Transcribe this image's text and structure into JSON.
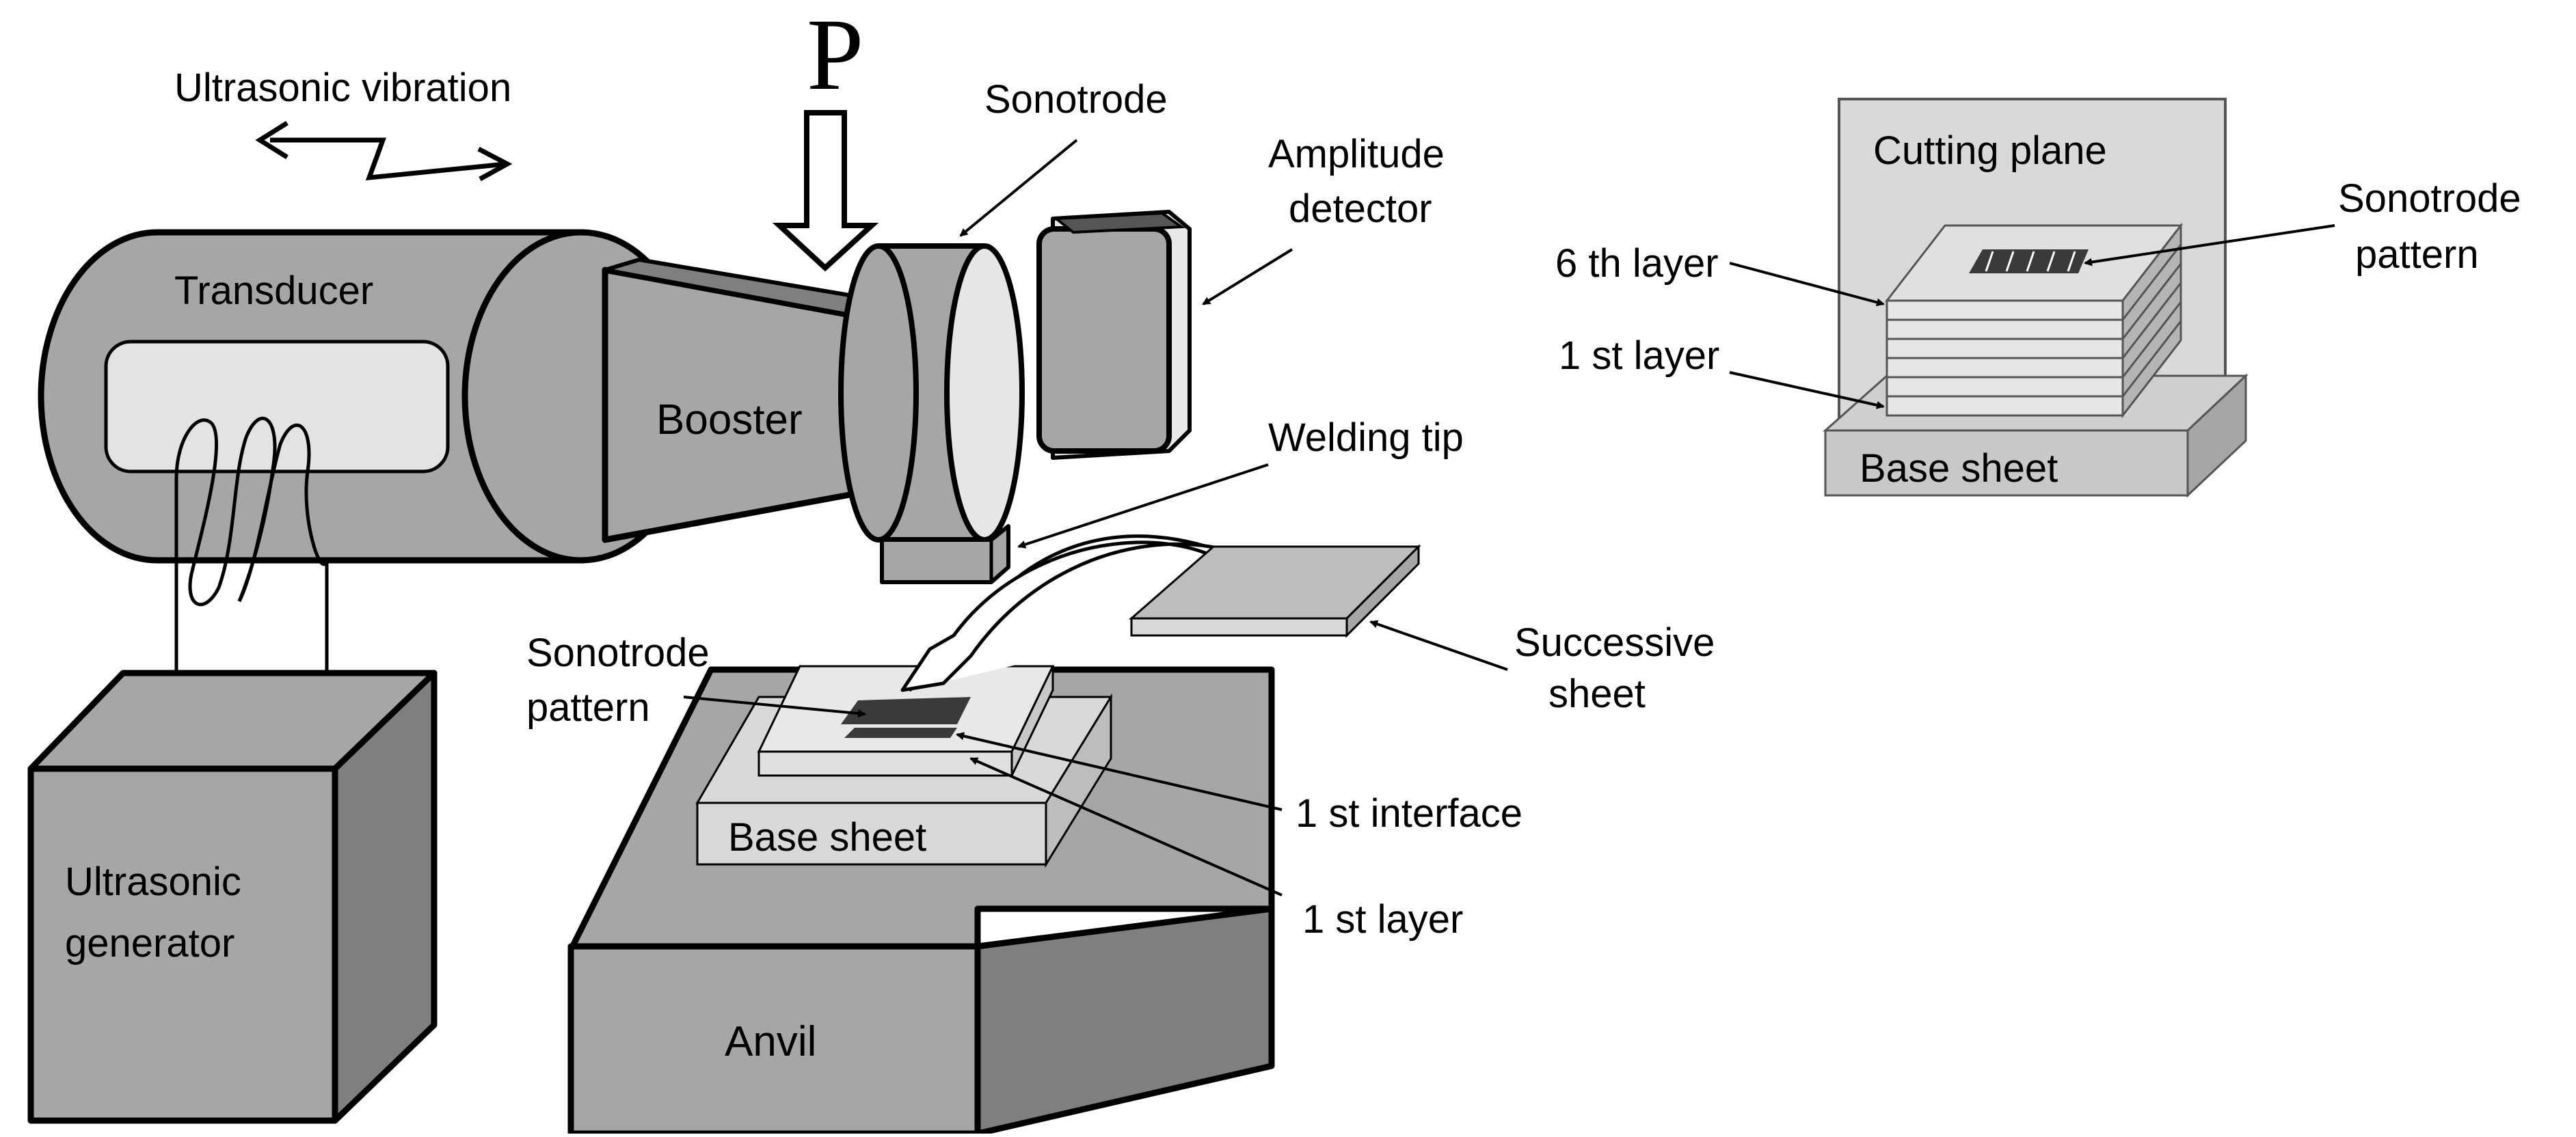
{
  "labels": {
    "ultrasonic_vibration": "Ultrasonic vibration",
    "force": "P",
    "sonotrode": "Sonotrode",
    "amplitude_detector_1": "Amplitude",
    "amplitude_detector_2": "detector",
    "transducer": "Transducer",
    "booster": "Booster",
    "welding_tip": "Welding tip",
    "successive_sheet_1": "Successive",
    "successive_sheet_2": "sheet",
    "sonotrode_pattern_1": "Sonotrode",
    "sonotrode_pattern_2": "pattern",
    "base_sheet": "Base sheet",
    "first_interface": "1 st interface",
    "first_layer": "1 st layer",
    "ultrasonic_generator_1": "Ultrasonic",
    "ultrasonic_generator_2": "generator",
    "anvil": "Anvil"
  },
  "inset": {
    "cutting_plane": "Cutting plane",
    "sixth_layer": "6 th layer",
    "first_layer": "1 st layer",
    "sonotrode_pattern_1": "Sonotrode",
    "sonotrode_pattern_2": "pattern",
    "base_sheet": "Base sheet"
  },
  "colors": {
    "body_gray": "#a6a6a6",
    "dark_gray": "#7f7f7f",
    "light_gray": "#d9d9d9",
    "window_gray": "#e3e3e3",
    "pattern": "#3a3a3a"
  }
}
